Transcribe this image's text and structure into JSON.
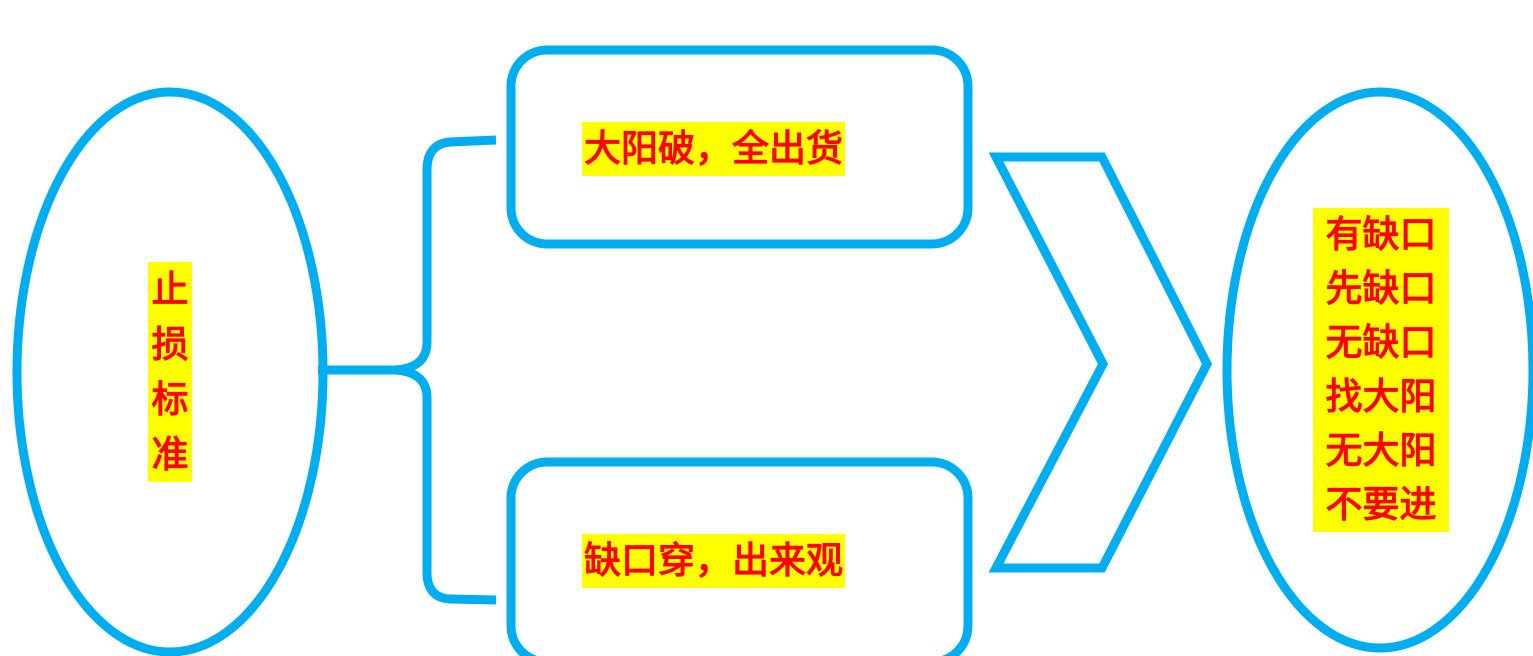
{
  "diagram": {
    "stroke_color": "#00aeef",
    "text_color": "#ff0000",
    "highlight_color": "#ffff00",
    "left_oval": {
      "label": "止损标准"
    },
    "top_box": {
      "label": "大阳破，全出货"
    },
    "bottom_box": {
      "label": "缺口穿，出来观"
    },
    "right_oval": {
      "lines": [
        "有缺口",
        "先缺口",
        "无缺口",
        "找大阳",
        "无大阳",
        "不要进"
      ]
    }
  }
}
